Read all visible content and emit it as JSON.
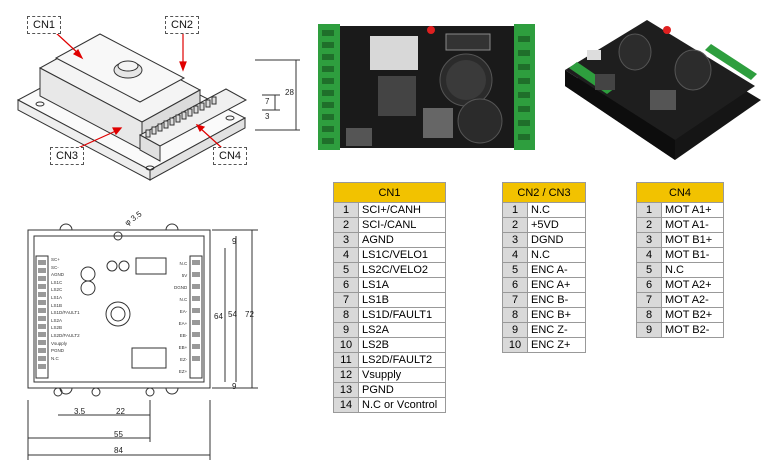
{
  "callouts": {
    "cn1": "CN1",
    "cn2": "CN2",
    "cn3": "CN3",
    "cn4": "CN4"
  },
  "dims_top": {
    "h1": "7",
    "h2": "3",
    "h3": "28"
  },
  "dims_drawing": {
    "hole": "φ 3.5",
    "top_right": "9",
    "bottom_right": "9",
    "d3_5": "3.5",
    "d22": "22",
    "d55": "55",
    "d84_bottom": "84",
    "d64": "64",
    "d54": "54",
    "d72": "72"
  },
  "board_labels_left": [
    "SC+",
    "SC-",
    "AGND",
    "LS1C",
    "LS2C",
    "LS1A",
    "LS1B",
    "LS1D/FAULT1",
    "LS2A",
    "LS2B",
    "LS2D/FAULT2",
    "Vsupply",
    "PGND",
    "N.C"
  ],
  "board_labels_right": [
    "N.C",
    "5V",
    "DGND",
    "N.C",
    "EA-",
    "EA+",
    "EB-",
    "EB+",
    "EZ-",
    "EZ+"
  ],
  "colors": {
    "header": "#f2c200",
    "pin_cell": "#d9d9d9",
    "callout_arrow": "#e00000"
  },
  "cn1": {
    "title": "CN1",
    "rows": [
      {
        "pin": "1",
        "label": "SCI+/CANH"
      },
      {
        "pin": "2",
        "label": "SCI-/CANL"
      },
      {
        "pin": "3",
        "label": "AGND"
      },
      {
        "pin": "4",
        "label": "LS1C/VELO1"
      },
      {
        "pin": "5",
        "label": "LS2C/VELO2"
      },
      {
        "pin": "6",
        "label": "LS1A"
      },
      {
        "pin": "7",
        "label": "LS1B"
      },
      {
        "pin": "8",
        "label": "LS1D/FAULT1"
      },
      {
        "pin": "9",
        "label": "LS2A"
      },
      {
        "pin": "10",
        "label": "LS2B"
      },
      {
        "pin": "11",
        "label": "LS2D/FAULT2"
      },
      {
        "pin": "12",
        "label": "Vsupply"
      },
      {
        "pin": "13",
        "label": "PGND"
      },
      {
        "pin": "14",
        "label": "N.C  or  Vcontrol"
      }
    ]
  },
  "cn23": {
    "title": "CN2  /  CN3",
    "rows": [
      {
        "pin": "1",
        "label": "N.C"
      },
      {
        "pin": "2",
        "label": "+5VD"
      },
      {
        "pin": "3",
        "label": "DGND"
      },
      {
        "pin": "4",
        "label": "N.C"
      },
      {
        "pin": "5",
        "label": "ENC  A-"
      },
      {
        "pin": "6",
        "label": "ENC  A+"
      },
      {
        "pin": "7",
        "label": "ENC  B-"
      },
      {
        "pin": "8",
        "label": "ENC  B+"
      },
      {
        "pin": "9",
        "label": "ENC  Z-"
      },
      {
        "pin": "10",
        "label": "ENC  Z+"
      }
    ]
  },
  "cn4": {
    "title": "CN4",
    "rows": [
      {
        "pin": "1",
        "label": "MOT  A1+"
      },
      {
        "pin": "2",
        "label": "MOT  A1-"
      },
      {
        "pin": "3",
        "label": "MOT  B1+"
      },
      {
        "pin": "4",
        "label": "MOT  B1-"
      },
      {
        "pin": "5",
        "label": "N.C"
      },
      {
        "pin": "6",
        "label": "MOT  A2+"
      },
      {
        "pin": "7",
        "label": "MOT  A2-"
      },
      {
        "pin": "8",
        "label": "MOT  B2+"
      },
      {
        "pin": "9",
        "label": "MOT  B2-"
      }
    ]
  }
}
